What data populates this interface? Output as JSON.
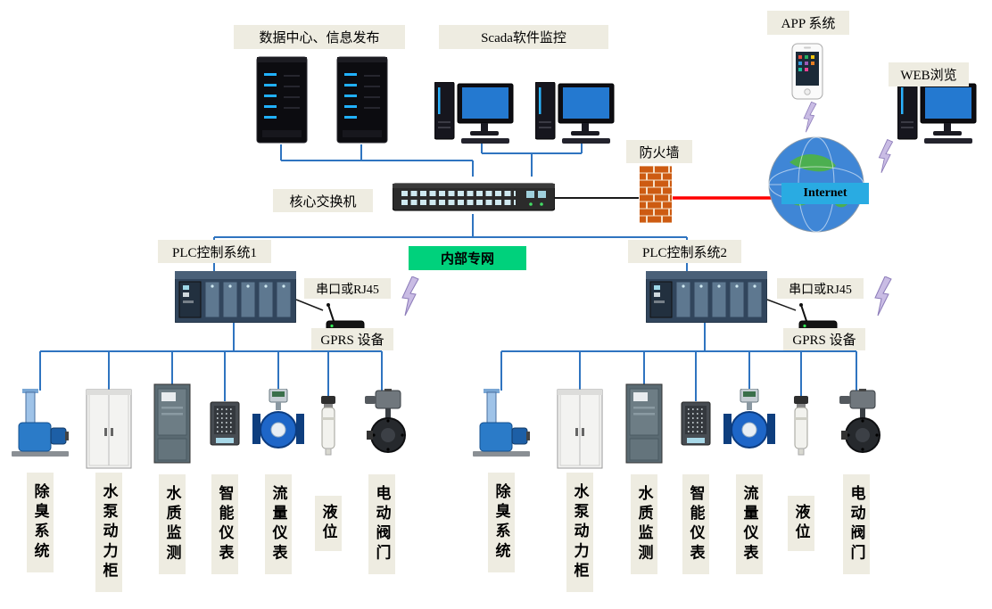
{
  "labels": {
    "data_center": "数据中心、信息发布",
    "scada": "Scada软件监控",
    "app": "APP 系统",
    "web": "WEB浏览",
    "core_switch": "核心交换机",
    "firewall": "防火墙",
    "internet": "Internet",
    "intranet": "内部专网",
    "plc1": "PLC控制系统1",
    "plc2": "PLC控制系统2",
    "serial": "串口或RJ45",
    "gprs": "GPRS 设备"
  },
  "field_devices": [
    {
      "label": "除臭系统"
    },
    {
      "label": "水泵动力柜"
    },
    {
      "label": "水质监测"
    },
    {
      "label": "智能仪表"
    },
    {
      "label": "流量仪表"
    },
    {
      "label": "液位"
    },
    {
      "label": "电动阀门"
    }
  ],
  "colors": {
    "label_bg": "#eeece1",
    "intranet_bg": "#00d17c",
    "internet_banner_bg": "#29abe2",
    "line_blue": "#2f74c0",
    "line_red": "#ff0000",
    "line_black": "#1a1a1a"
  }
}
